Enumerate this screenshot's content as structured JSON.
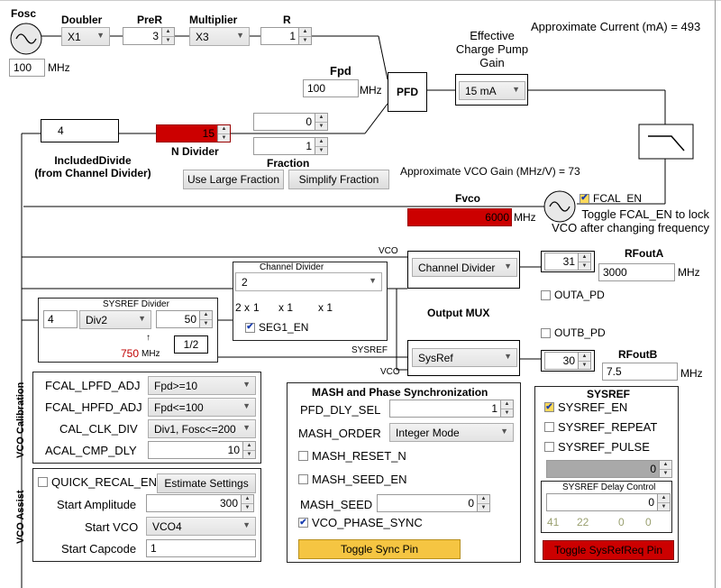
{
  "header": {
    "fosc_label": "Fosc",
    "doubler_label": "Doubler",
    "prer_label": "PreR",
    "multiplier_label": "Multiplier",
    "r_label": "R",
    "approx_current": "Approximate Current (mA) = 493"
  },
  "inputs": {
    "fosc_value": "100",
    "fosc_unit": "MHz",
    "doubler_value": "X1",
    "prer_value": "3",
    "multiplier_value": "X3",
    "r_value": "1"
  },
  "charge_pump": {
    "title": "Effective\nCharge Pump\nGain",
    "value": "15 mA"
  },
  "fpd": {
    "label": "Fpd",
    "value": "100",
    "unit": "MHz",
    "block": "PFD"
  },
  "n_divider": {
    "included_divide_value": "4",
    "included_divide_label": "IncludedDivide\n(from Channel Divider)",
    "n_value": "15",
    "n_label": "N Divider",
    "numerator": "0",
    "denominator": "1",
    "fraction_label": "Fraction",
    "use_large_fraction": "Use Large Fraction",
    "simplify_fraction": "Simplify Fraction"
  },
  "vco": {
    "gain_text": "Approximate VCO Gain (MHz/V) = 73",
    "fvco_label": "Fvco",
    "fvco_value": "6000",
    "fvco_unit": "MHz",
    "fcal_en_label": "FCAL_EN",
    "fcal_note": "Toggle FCAL_EN to lock\nVCO after changing frequency",
    "vco_wire_label": "VCO"
  },
  "channel_divider": {
    "title": "Channel  Divider",
    "value": "2",
    "factors": [
      "2 x",
      "1",
      "x 1",
      "x 1"
    ],
    "seg1_en": "SEG1_EN"
  },
  "sysref_divider": {
    "title": "SYSREF Divider",
    "pre_value": "4",
    "div_select": "Div2",
    "divider_value": "50",
    "half": "1/2",
    "freq_value": "750",
    "freq_unit": "MHz"
  },
  "outputs": {
    "mux_label": "Output MUX",
    "muxa_select": "Channel Divider",
    "muxb_select": "SysRef",
    "sysref_wire": "SYSREF",
    "vco_wire": "VCO",
    "rfouta_label": "RFoutA",
    "rfouta_power": "31",
    "rfouta_freq": "3000",
    "rfouta_unit": "MHz",
    "outa_pd": "OUTA_PD",
    "outb_pd": "OUTB_PD",
    "rfoutb_label": "RFoutB",
    "rfoutb_power": "30",
    "rfoutb_freq": "7.5",
    "rfoutb_unit": "MHz"
  },
  "vco_calibration": {
    "section": "VCO Calibration",
    "rows": [
      {
        "label": "FCAL_LPFD_ADJ",
        "value": "Fpd>=10"
      },
      {
        "label": "FCAL_HPFD_ADJ",
        "value": "Fpd<=100"
      },
      {
        "label": "CAL_CLK_DIV",
        "value": "Div1, Fosc<=200"
      }
    ],
    "acal_label": "ACAL_CMP_DLY",
    "acal_value": "10"
  },
  "vco_assist": {
    "section": "VCO Assist",
    "quick_recal": "QUICK_RECAL_EN",
    "estimate_button": "Estimate Settings",
    "start_amp_label": "Start Amplitude",
    "start_amp_value": "300",
    "start_vco_label": "Start VCO",
    "start_vco_value": "VCO4",
    "start_capcode_label": "Start Capcode",
    "start_capcode_value": "1"
  },
  "mash": {
    "title": "MASH and Phase Synchronization",
    "pfd_dly_label": "PFD_DLY_SEL",
    "pfd_dly_value": "1",
    "mash_order_label": "MASH_ORDER",
    "mash_order_value": "Integer Mode",
    "mash_reset_n": "MASH_RESET_N",
    "mash_seed_en": "MASH_SEED_EN",
    "mash_seed_label": "MASH_SEED",
    "mash_seed_value": "0",
    "vco_phase_sync": "VCO_PHASE_SYNC",
    "toggle_sync": "Toggle Sync Pin"
  },
  "sysref": {
    "title": "SYSREF",
    "sysref_en": "SYSREF_EN",
    "sysref_repeat": "SYSREF_REPEAT",
    "sysref_pulse": "SYSREF_PULSE",
    "pulse_count": "0",
    "delay_title": "SYSREF Delay Control",
    "delay_value": "0",
    "delay_readouts": [
      "41",
      "22",
      "0",
      "0"
    ],
    "toggle_req": "Toggle SysRefReq Pin"
  },
  "colors": {
    "alarm_red": "#cc0000",
    "sync_yellow": "#f5c542",
    "readout_green": "#9aa070",
    "freq_red": "#c00000"
  }
}
